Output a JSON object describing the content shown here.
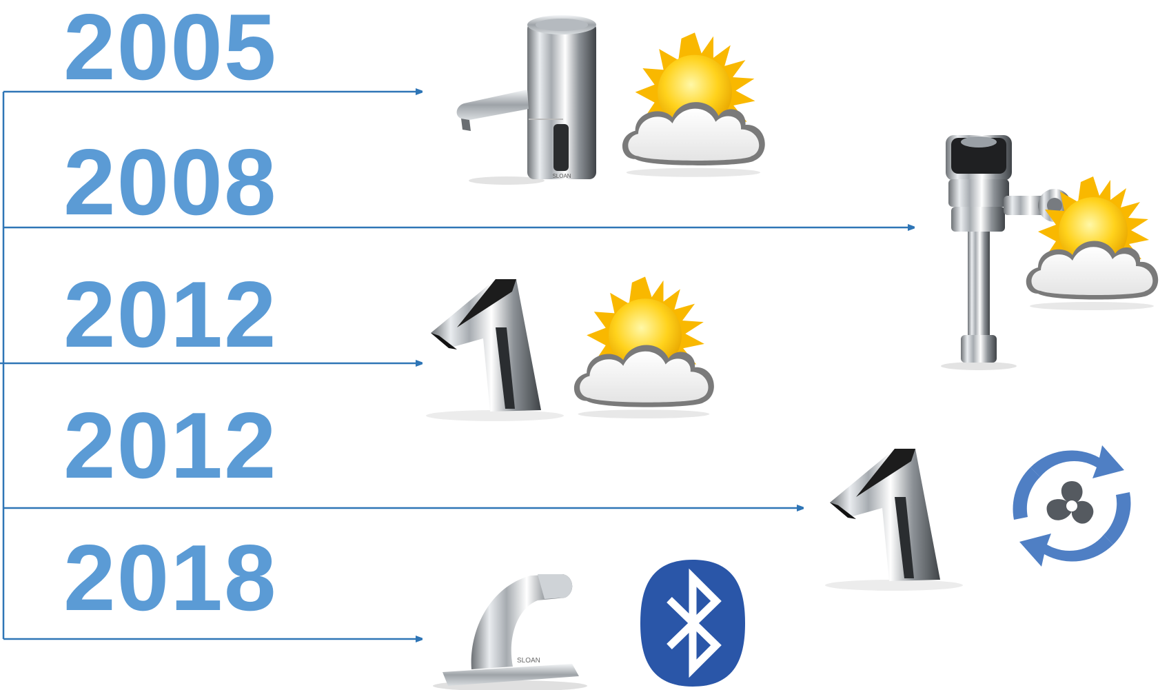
{
  "theme": {
    "year_color": "#5b9bd5",
    "line_color": "#2e75b6"
  },
  "timeline": {
    "years": [
      "2005",
      "2008",
      "2012",
      "2012",
      "2018"
    ]
  },
  "products": [
    {
      "year": "2005",
      "item": "sensor-faucet-cylindrical",
      "feature_icon": "sun-cloud-icon"
    },
    {
      "year": "2008",
      "item": "sensor-flushometer",
      "feature_icon": "sun-cloud-icon"
    },
    {
      "year": "2012",
      "item": "sensor-faucet-angular",
      "feature_icon": "sun-cloud-icon"
    },
    {
      "year": "2012",
      "item": "sensor-faucet-angular",
      "feature_icon": "hydro-turbine-icon"
    },
    {
      "year": "2018",
      "item": "sensor-faucet-deck-plate",
      "feature_icon": "bluetooth-icon"
    }
  ],
  "logo_text": "SLOAN"
}
